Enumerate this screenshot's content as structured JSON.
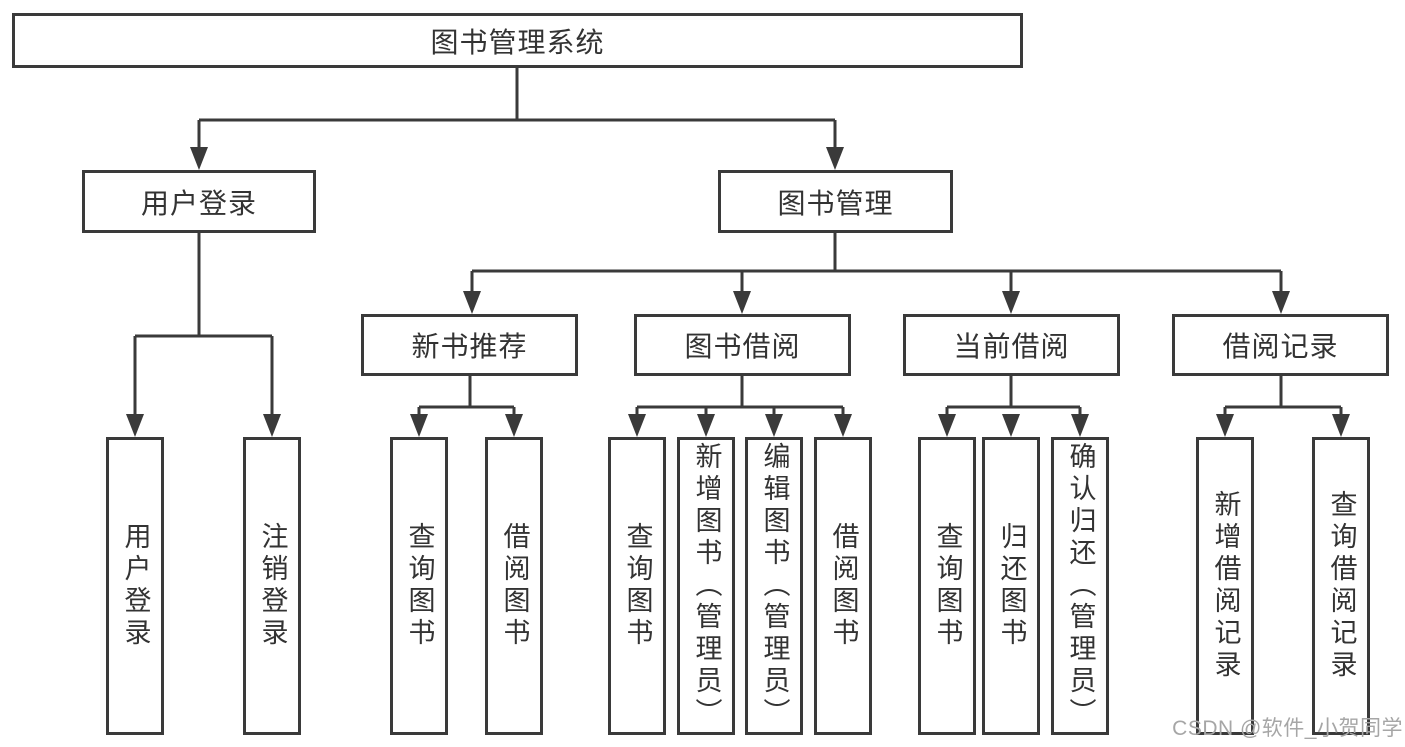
{
  "diagram": {
    "root": {
      "label": "图书管理系统"
    },
    "level2": [
      {
        "label": "用户登录"
      },
      {
        "label": "图书管理"
      }
    ],
    "level3": [
      {
        "label": "新书推荐"
      },
      {
        "label": "图书借阅"
      },
      {
        "label": "当前借阅"
      },
      {
        "label": "借阅记录"
      }
    ],
    "leaves": {
      "user_login": [
        {
          "label": "用户登录"
        },
        {
          "label": "注销登录"
        }
      ],
      "new_book": [
        {
          "label": "查询图书"
        },
        {
          "label": "借阅图书"
        }
      ],
      "book_borrow": [
        {
          "label": "查询图书"
        },
        {
          "label": "新增图书（管理员）"
        },
        {
          "label": "编辑图书（管理员）"
        },
        {
          "label": "借阅图书"
        }
      ],
      "current_borrow": [
        {
          "label": "查询图书"
        },
        {
          "label": "归还图书"
        },
        {
          "label": "确认归还（管理员）"
        }
      ],
      "borrow_records": [
        {
          "label": "新增借阅记录"
        },
        {
          "label": "查询借阅记录"
        }
      ]
    },
    "watermark": "CSDN @软件_小贺同学",
    "colors": {
      "line": "#3a3a3a",
      "text": "#333333",
      "watermark": "#a6a6a6",
      "background": "#ffffff"
    }
  }
}
